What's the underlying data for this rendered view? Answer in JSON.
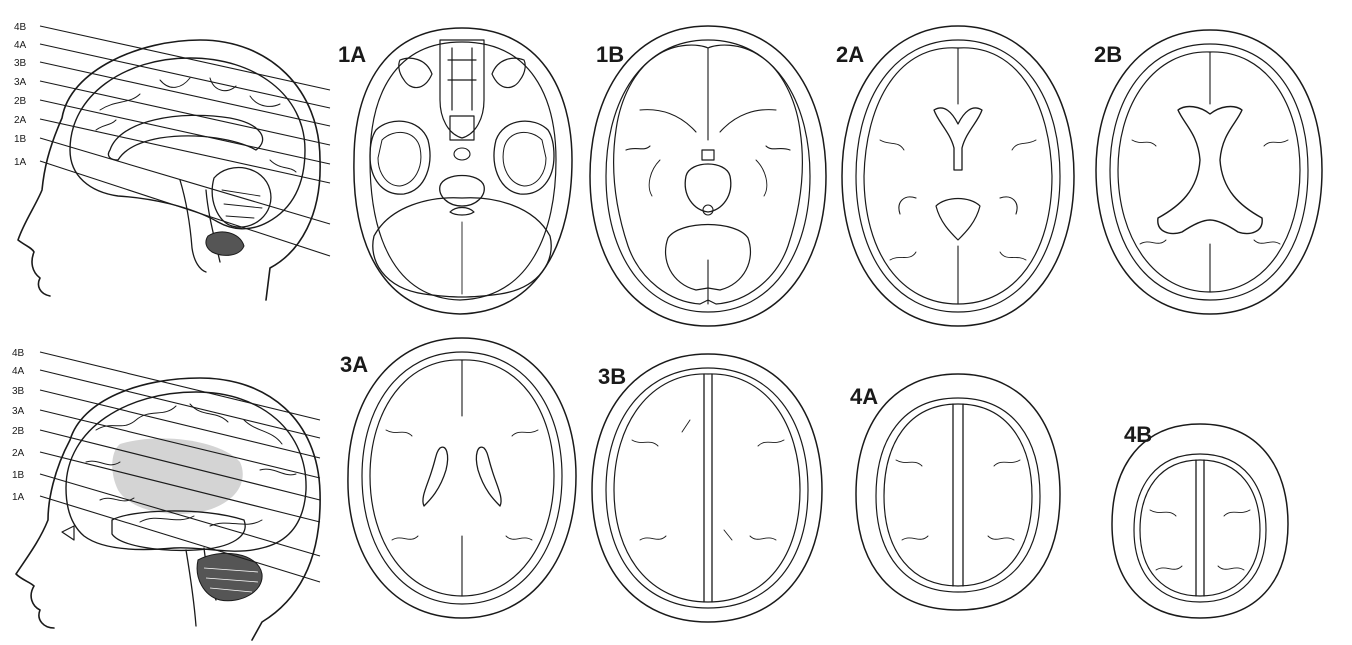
{
  "side_views": {
    "level_labels": [
      "4B",
      "4A",
      "3B",
      "3A",
      "2B",
      "2A",
      "1B",
      "1A"
    ]
  },
  "sections": [
    {
      "id": "1A",
      "label": "1A"
    },
    {
      "id": "1B",
      "label": "1B"
    },
    {
      "id": "2A",
      "label": "2A"
    },
    {
      "id": "2B",
      "label": "2B"
    },
    {
      "id": "3A",
      "label": "3A"
    },
    {
      "id": "3B",
      "label": "3B"
    },
    {
      "id": "4A",
      "label": "4A"
    },
    {
      "id": "4B",
      "label": "4B"
    }
  ]
}
